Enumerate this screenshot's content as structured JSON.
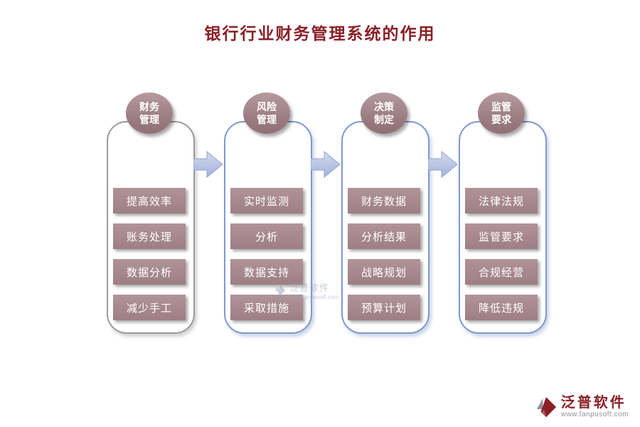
{
  "title": "银行行业财务管理系统的作用",
  "columns": [
    {
      "title": "财务管理",
      "items": [
        "提高效率",
        "账务处理",
        "数据分析",
        "减少手工"
      ]
    },
    {
      "title": "风险管理",
      "items": [
        "实时监测",
        "分析",
        "数据支持",
        "采取措施"
      ]
    },
    {
      "title": "决策制定",
      "items": [
        "财务数据",
        "分析结果",
        "战略规划",
        "预算计划"
      ]
    },
    {
      "title": "监管要求",
      "items": [
        "法律法规",
        "监管要求",
        "合规经营",
        "降低违规"
      ]
    }
  ],
  "watermark": {
    "name": "泛普软件"
  },
  "logo": {
    "name": "泛普软件",
    "url": "www.fanpusoft.com"
  },
  "colors": {
    "title": "#8a1f26",
    "box": "#9d7e84",
    "border_first": "#9b9b9b",
    "border_rest": "#7d99cf",
    "arrow": "#b9c4e2"
  }
}
